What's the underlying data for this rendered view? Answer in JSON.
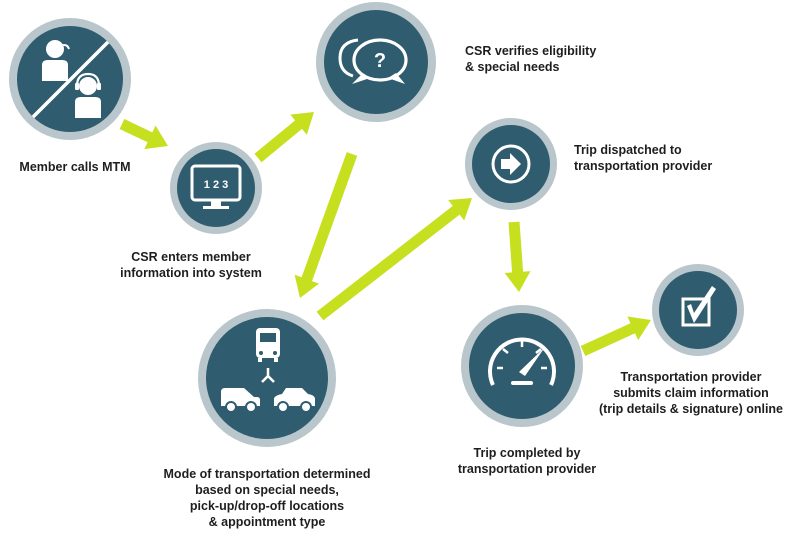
{
  "colors": {
    "circle_fill": "#2f5c6e",
    "circle_ring": "#b9c6cc",
    "arrow": "#c6df1f",
    "icon": "#ffffff",
    "text": "#1e1e1e"
  },
  "steps": [
    {
      "id": "member-calls",
      "icon": "people-headset-no-icon",
      "lines": [
        "Member calls MTM"
      ]
    },
    {
      "id": "csr-enters",
      "icon": "computer-monitor-icon",
      "screen_text": "1 2 3",
      "lines": [
        "CSR enters member",
        "information into system"
      ]
    },
    {
      "id": "csr-verifies",
      "icon": "question-bubble-icon",
      "symbol": "?",
      "lines": [
        "CSR verifies eligibility",
        "& special needs"
      ]
    },
    {
      "id": "mode-determined",
      "icon": "bus-van-car-icon",
      "lines": [
        "Mode of transportation determined",
        "based on special needs,",
        "pick-up/drop-off locations",
        "& appointment type"
      ]
    },
    {
      "id": "trip-dispatched",
      "icon": "arrow-right-icon",
      "lines": [
        "Trip dispatched to",
        "transportation provider"
      ]
    },
    {
      "id": "trip-completed",
      "icon": "speedometer-icon",
      "lines": [
        "Trip completed by",
        "transportation provider"
      ]
    },
    {
      "id": "claim-submitted",
      "icon": "checkbox-icon",
      "lines": [
        "Transportation provider",
        "submits claim information",
        "(trip details & signature) online"
      ]
    }
  ]
}
